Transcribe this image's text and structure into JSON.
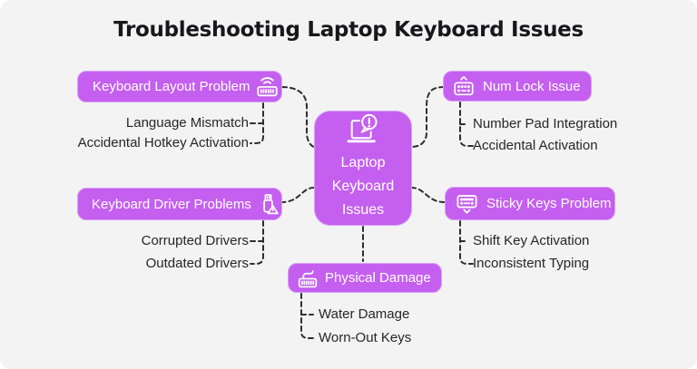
{
  "title": "Troubleshooting Laptop Keyboard Issues",
  "colors": {
    "accent": "#c45ff0",
    "background": "#f3f3f4",
    "line": "#2d2d2d",
    "node_text": "#ffffff",
    "text": "#262626"
  },
  "center": {
    "icon": "laptop-alert-icon",
    "label_lines": [
      "Laptop",
      "Keyboard",
      "Issues"
    ]
  },
  "branches": [
    {
      "id": "layout",
      "label": "Keyboard Layout Problem",
      "icon": "wireless-keyboard-icon",
      "children": [
        "Language Mismatch",
        "Accidental Hotkey Activation"
      ]
    },
    {
      "id": "numlock",
      "label": "Num Lock Issue",
      "icon": "numlock-keyboard-icon",
      "children": [
        "Number Pad Integration",
        "Accidental Activation"
      ]
    },
    {
      "id": "driver",
      "label": "Keyboard Driver Problems",
      "icon": "usb-warning-icon",
      "children": [
        "Corrupted Drivers",
        "Outdated Drivers"
      ]
    },
    {
      "id": "sticky",
      "label": "Sticky Keys Problem",
      "icon": "sticky-keys-keyboard-icon",
      "children": [
        "Shift Key Activation",
        "Inconsistent Typing"
      ]
    },
    {
      "id": "physical",
      "label": "Physical Damage",
      "icon": "cable-keyboard-icon",
      "children": [
        "Water Damage",
        "Worn-Out Keys"
      ]
    }
  ]
}
